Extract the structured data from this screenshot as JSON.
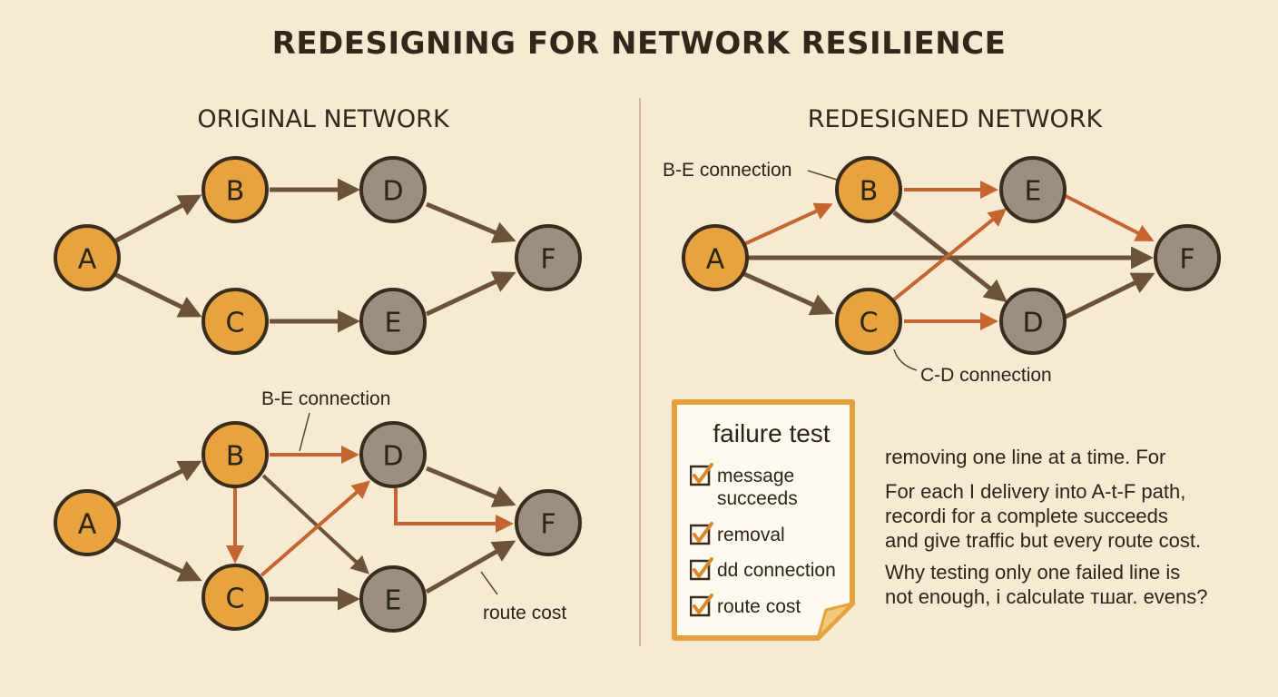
{
  "title": "REDESIGNING FOR NETWORK RESILIENCE",
  "original": {
    "heading": "ORIGINAL NETWORK",
    "top_nodes": [
      "A",
      "B",
      "C",
      "D",
      "E",
      "F"
    ],
    "bottom_nodes": [
      "A",
      "B",
      "C",
      "D",
      "E",
      "F"
    ],
    "bottom_annotations": {
      "be_connection": "B-E connection",
      "route_cost": "route cost"
    }
  },
  "redesigned": {
    "heading": "REDESIGNED NETWORK",
    "nodes": [
      "A",
      "B",
      "C",
      "D",
      "E",
      "F"
    ],
    "annotations": {
      "be_connection": "B-E connection",
      "cd_connection": "C-D connection"
    }
  },
  "checklist": {
    "title": "failure test",
    "items": [
      {
        "lines": [
          "message",
          "succeeds"
        ]
      },
      {
        "lines": [
          "removal"
        ]
      },
      {
        "lines": [
          "dd connection"
        ]
      },
      {
        "lines": [
          "route cost"
        ]
      }
    ]
  },
  "explanation": {
    "line1": "removing one line at a time. For",
    "para2": [
      "For each I delivery into A-t-F path,",
      "recordi for a complete succeeds",
      "and give traffic but every route cost."
    ],
    "para3": [
      "Why testing only one failed line is",
      "not enough, i calculate тшаr. evens?"
    ]
  },
  "colors": {
    "background": "#f6ead3",
    "node_orange": "#e7a33d",
    "node_gray": "#9b9080",
    "edge_brown": "#6b5238",
    "edge_rust": "#c4652f",
    "note_border": "#e4a13e"
  },
  "icons": [
    "checkmark-icon",
    "arrow-icon"
  ]
}
